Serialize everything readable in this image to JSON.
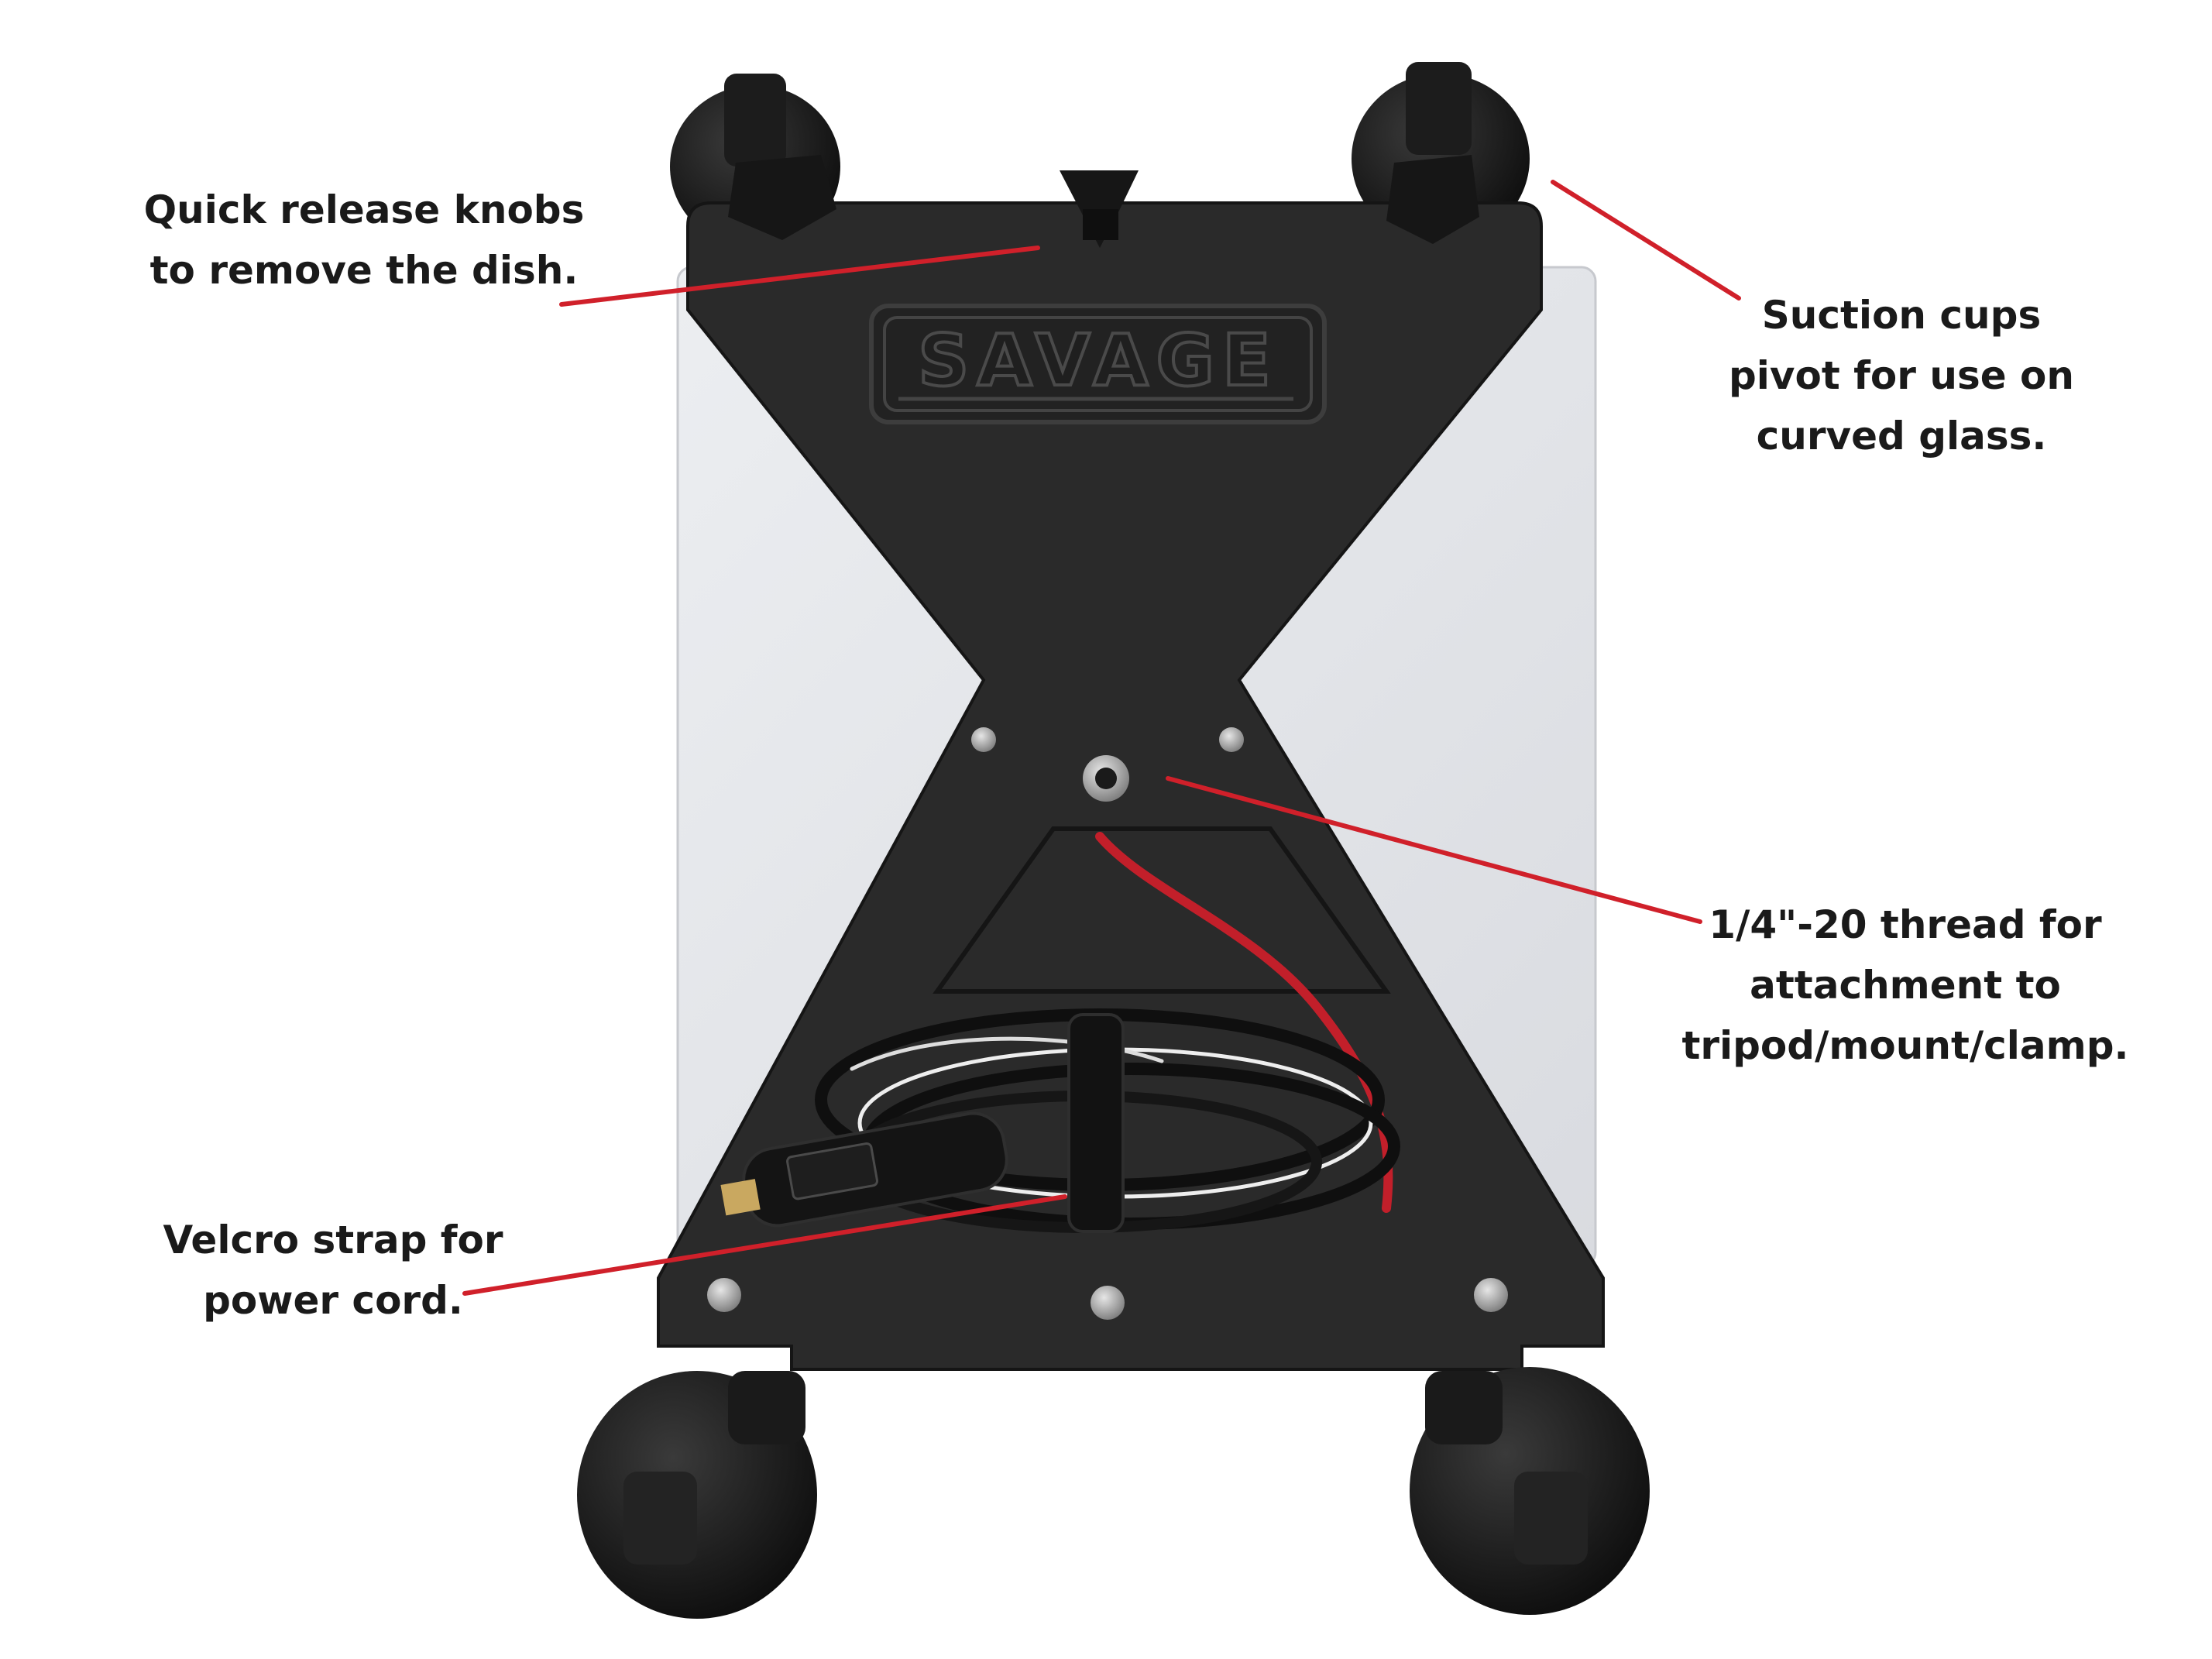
{
  "product": {
    "logo_text": "SAVAGE"
  },
  "callouts": {
    "knobs": {
      "lines": [
        "Quick release knobs",
        "to remove the dish."
      ]
    },
    "suction": {
      "lines": [
        "Suction cups",
        "pivot for use on",
        "curved glass."
      ]
    },
    "thread": {
      "lines": [
        "1/4\"-20 thread for",
        "attachment to",
        "tripod/mount/clamp."
      ]
    },
    "velcro": {
      "lines": [
        "Velcro strap for",
        "power cord."
      ]
    }
  },
  "colors": {
    "leader_line": "#d0202a",
    "bracket": "#2a2a2a",
    "dish": "#e4e5e9",
    "text": "#1a1a1a"
  }
}
